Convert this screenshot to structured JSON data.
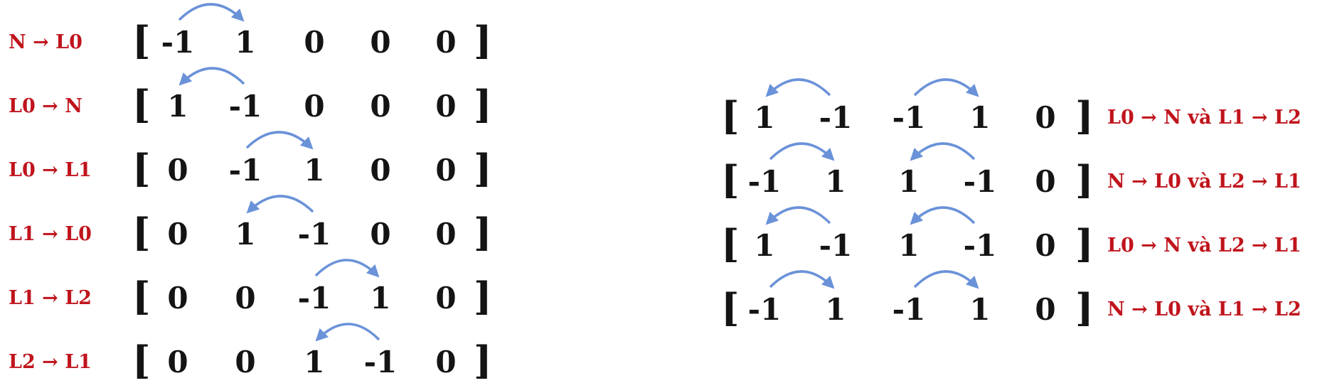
{
  "colors": {
    "label": "#c0141c",
    "number": "#141414",
    "arrow": "#6a92d8"
  },
  "left_rows": [
    {
      "label": "N → L0",
      "values": [
        "-1",
        "1",
        "0",
        "0",
        "0"
      ],
      "arrows": [
        {
          "from": 0,
          "to": 1
        }
      ]
    },
    {
      "label": "L0 → N",
      "values": [
        "1",
        "-1",
        "0",
        "0",
        "0"
      ],
      "arrows": [
        {
          "from": 1,
          "to": 0
        }
      ]
    },
    {
      "label": "L0 → L1",
      "values": [
        "0",
        "-1",
        "1",
        "0",
        "0"
      ],
      "arrows": [
        {
          "from": 1,
          "to": 2
        }
      ]
    },
    {
      "label": "L1 → L0",
      "values": [
        "0",
        "1",
        "-1",
        "0",
        "0"
      ],
      "arrows": [
        {
          "from": 2,
          "to": 1
        }
      ]
    },
    {
      "label": "L1 → L2",
      "values": [
        "0",
        "0",
        "-1",
        "1",
        "0"
      ],
      "arrows": [
        {
          "from": 2,
          "to": 3
        }
      ]
    },
    {
      "label": "L2 → L1",
      "values": [
        "0",
        "0",
        "1",
        "-1",
        "0"
      ],
      "arrows": [
        {
          "from": 3,
          "to": 2
        }
      ]
    }
  ],
  "right_rows": [
    {
      "label": "L0 → N và  L1 → L2",
      "values": [
        "1",
        "-1",
        "-1",
        "1",
        "0"
      ],
      "arrows": [
        {
          "from": 1,
          "to": 0
        },
        {
          "from": 2,
          "to": 3
        }
      ]
    },
    {
      "label": "N → L0 và  L2 → L1",
      "values": [
        "-1",
        "1",
        "1",
        "-1",
        "0"
      ],
      "arrows": [
        {
          "from": 0,
          "to": 1
        },
        {
          "from": 3,
          "to": 2
        }
      ]
    },
    {
      "label": "L0 → N và  L2 → L1",
      "values": [
        "1",
        "-1",
        "1",
        "-1",
        "0"
      ],
      "arrows": [
        {
          "from": 1,
          "to": 0
        },
        {
          "from": 3,
          "to": 2
        }
      ]
    },
    {
      "label": "N → L0 và  L1 → L2",
      "values": [
        "-1",
        "1",
        "-1",
        "1",
        "0"
      ],
      "arrows": [
        {
          "from": 0,
          "to": 1
        },
        {
          "from": 2,
          "to": 3
        }
      ]
    }
  ],
  "brackets": {
    "open": "[",
    "close": "]"
  }
}
